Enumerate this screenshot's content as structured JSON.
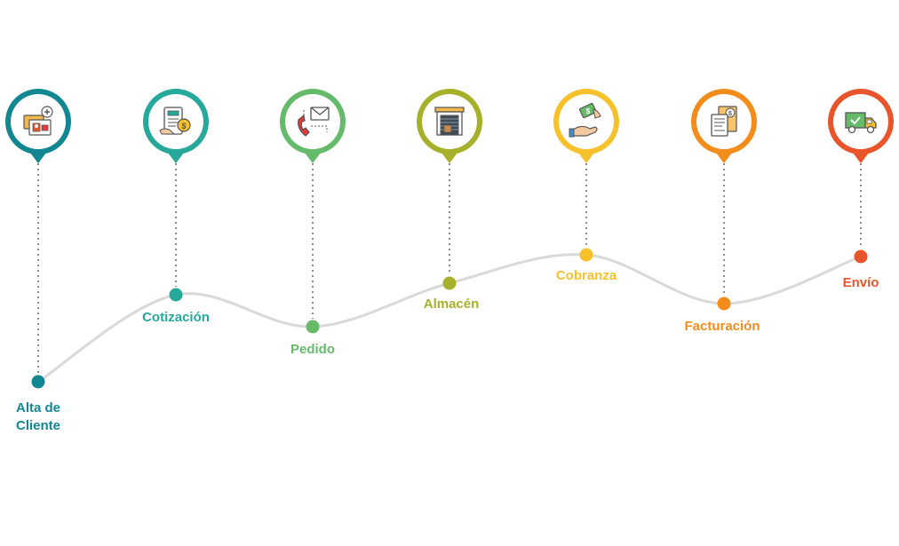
{
  "process": {
    "line_color": "#d9d9d9",
    "connector_color": "#8c8c8c",
    "steps": [
      {
        "label": "Alta de\nCliente",
        "color": "#138791",
        "icon": "customer-id-card-icon"
      },
      {
        "label": "Cotización",
        "color": "#26a89a",
        "icon": "quote-receipt-icon"
      },
      {
        "label": "Pedido",
        "color": "#66bb6a",
        "icon": "phone-order-icon"
      },
      {
        "label": "Almacén",
        "color": "#a6b02b",
        "icon": "warehouse-icon"
      },
      {
        "label": "Cobranza",
        "color": "#f7c12c",
        "icon": "payment-handshake-icon"
      },
      {
        "label": "Facturación",
        "color": "#f28c1b",
        "icon": "invoice-icon"
      },
      {
        "label": "Envío",
        "color": "#e8552a",
        "icon": "delivery-truck-icon"
      }
    ]
  }
}
